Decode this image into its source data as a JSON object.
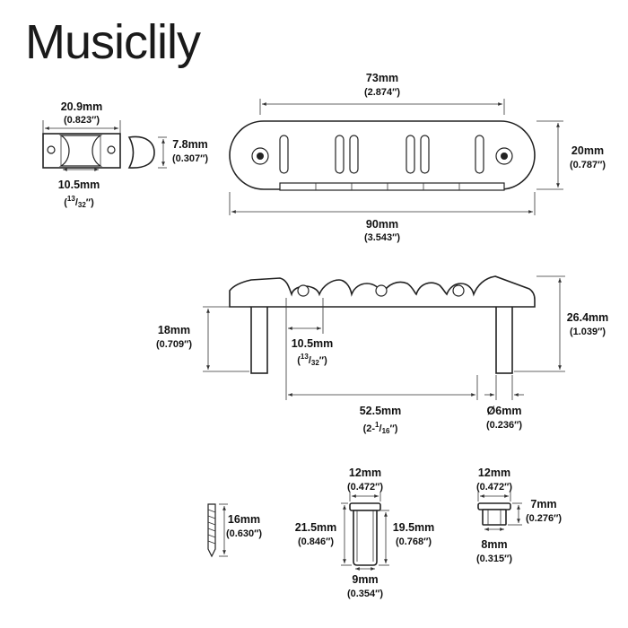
{
  "brand": "Musiclily",
  "dimensions": {
    "top_width": {
      "mm": "73mm",
      "in": "(2.874″)"
    },
    "top_length": {
      "mm": "90mm",
      "in": "(3.543″)"
    },
    "top_height": {
      "mm": "20mm",
      "in": "(0.787″)"
    },
    "saddle_width": {
      "mm": "20.9mm",
      "in": "(0.823″)"
    },
    "saddle_inner": {
      "mm": "10.5mm",
      "in_num": "13",
      "in_den": "32"
    },
    "saddle_height": {
      "mm": "7.8mm",
      "in": "(0.307″)"
    },
    "post_height": {
      "mm": "18mm",
      "in": "(0.709″)"
    },
    "string_spacing": {
      "mm": "10.5mm",
      "in_num": "13",
      "in_den": "32"
    },
    "post_spacing": {
      "mm": "52.5mm",
      "in_whole": "2-",
      "in_num": "1",
      "in_den": "16"
    },
    "total_height": {
      "mm": "26.4mm",
      "in": "(1.039″)"
    },
    "post_diameter": {
      "mm": "Ø6mm",
      "in": "(0.236″)"
    },
    "screw_length": {
      "mm": "16mm",
      "in": "(0.630″)"
    },
    "anchor_top": {
      "mm": "12mm",
      "in": "(0.472″)"
    },
    "anchor_left": {
      "mm": "21.5mm",
      "in": "(0.846″)"
    },
    "anchor_right": {
      "mm": "19.5mm",
      "in": "(0.768″)"
    },
    "anchor_bottom": {
      "mm": "9mm",
      "in": "(0.354″)"
    },
    "bushing_top": {
      "mm": "12mm",
      "in": "(0.472″)"
    },
    "bushing_height": {
      "mm": "7mm",
      "in": "(0.276″)"
    },
    "bushing_bottom": {
      "mm": "8mm",
      "in": "(0.315″)"
    }
  }
}
